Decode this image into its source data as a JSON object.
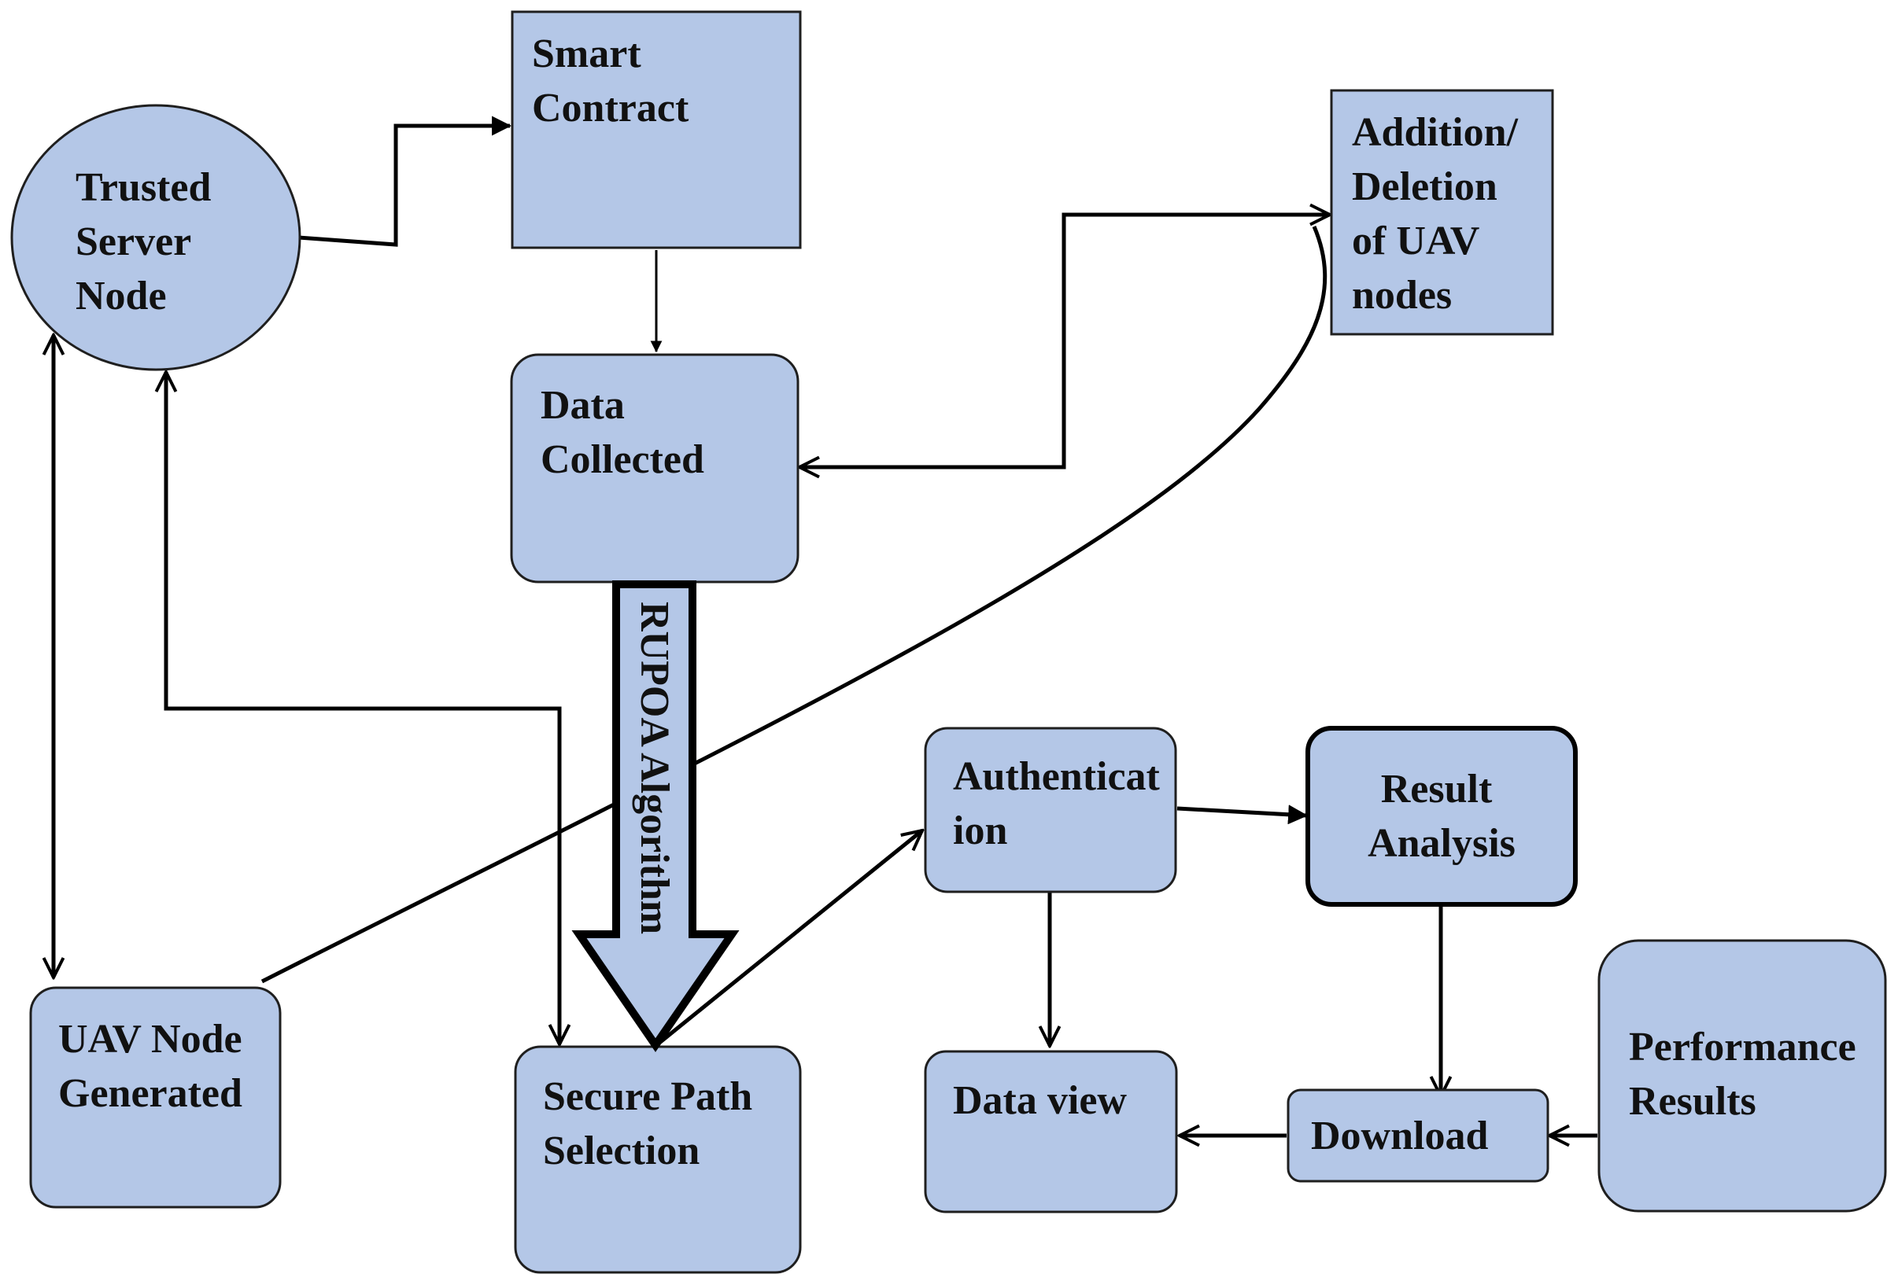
{
  "colors": {
    "node_fill": "#b4c7e7",
    "node_stroke": "#1f1f1f",
    "edge": "#000000",
    "background": "#ffffff"
  },
  "nodes": {
    "trusted_server": {
      "lines": [
        "Trusted",
        "Server",
        "Node"
      ]
    },
    "smart_contract": {
      "lines": [
        "Smart",
        "Contract"
      ]
    },
    "addition_deletion": {
      "lines": [
        "Addition/",
        "Deletion",
        "of UAV",
        "nodes"
      ]
    },
    "data_collected": {
      "lines": [
        "Data",
        "Collected"
      ]
    },
    "authentication": {
      "lines": [
        "Authenticat",
        "ion"
      ]
    },
    "result_analysis": {
      "lines": [
        "Result",
        "Analysis"
      ]
    },
    "uav_node_generated": {
      "lines": [
        "UAV Node",
        "Generated"
      ]
    },
    "secure_path": {
      "lines": [
        "Secure Path",
        "Selection"
      ]
    },
    "data_view": {
      "lines": [
        "Data view"
      ]
    },
    "download": {
      "lines": [
        "Download"
      ]
    },
    "performance_results": {
      "lines": [
        "Performance",
        "Results"
      ]
    }
  },
  "algorithm_arrow": {
    "label": "RUPOA Algorithm"
  }
}
